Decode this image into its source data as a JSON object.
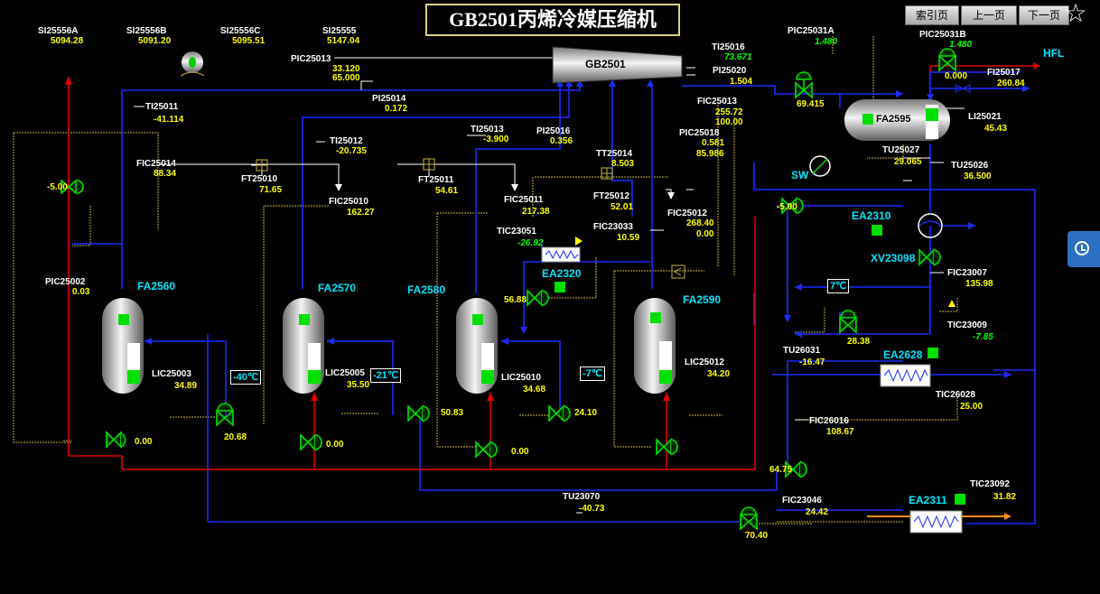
{
  "title": "GB2501丙烯冷媒压缩机",
  "nav": {
    "index": "索引页",
    "prev": "上一页",
    "next": "下一页"
  },
  "compressor": "GB2501",
  "tags": {
    "SI25556A": {
      "tag": "SI25556A",
      "value": "5094.28"
    },
    "SI25556B": {
      "tag": "SI25556B",
      "value": "5091.20"
    },
    "SI25556C": {
      "tag": "SI25556C",
      "value": "5095.51"
    },
    "SI25555": {
      "tag": "SI25555",
      "value": "5147.04"
    },
    "PIC25013": {
      "tag": "PIC25013",
      "value1": "33.120",
      "value2": "65.000"
    },
    "PI25014": {
      "tag": "PI25014",
      "value": "0.172"
    },
    "TI25011": {
      "tag": "TI25011",
      "value": "-41.114"
    },
    "TI25012": {
      "tag": "TI25012",
      "value": "-20.735"
    },
    "TI25013": {
      "tag": "TI25013",
      "value": "-3.900"
    },
    "PI25016": {
      "tag": "PI25016",
      "value": "0.356"
    },
    "TI25016": {
      "tag": "TI25016",
      "value": "73.671"
    },
    "PI25020": {
      "tag": "PI25020",
      "value": "1.504"
    },
    "FIC25013": {
      "tag": "FIC25013",
      "value1": "255.72",
      "value2": "100.00"
    },
    "PIC25018": {
      "tag": "PIC25018",
      "value1": "0.581",
      "value2": "85.986"
    },
    "TT25014": {
      "tag": "TT25014",
      "value": "8.503"
    },
    "FIC25014": {
      "tag": "FIC25014",
      "value": "88.34"
    },
    "FT25010": {
      "tag": "FT25010",
      "value": "71.65"
    },
    "FIC25010": {
      "tag": "FIC25010",
      "value": "162.27"
    },
    "FT25011": {
      "tag": "FT25011",
      "value": "54.61"
    },
    "FIC25011": {
      "tag": "FIC25011",
      "value": "217.38"
    },
    "FT25012": {
      "tag": "FT25012",
      "value": "52.01"
    },
    "FIC25012": {
      "tag": "FIC25012",
      "value1": "268.40",
      "value2": "0.00"
    },
    "FIC23033": {
      "tag": "FIC23033",
      "value": "10.59"
    },
    "TIC23051": {
      "tag": "TIC23051",
      "value": "-26.92"
    },
    "PIC25031A": {
      "tag": "PIC25031A",
      "value": "1.480"
    },
    "PIC25031B": {
      "tag": "PIC25031B",
      "value": "1.480"
    },
    "FI25017": {
      "tag": "FI25017",
      "value": "260.84"
    },
    "LI25021": {
      "tag": "LI25021",
      "value": "45.43"
    },
    "TU25027": {
      "tag": "TU25027",
      "value": "29.065"
    },
    "TU25026": {
      "tag": "TU25026",
      "value": "36.500"
    },
    "FIC23007": {
      "tag": "FIC23007",
      "value": "135.98"
    },
    "TIC23009": {
      "tag": "TIC23009",
      "value": "-7.85"
    },
    "TU26031": {
      "tag": "TU26031",
      "value": "-16.47"
    },
    "TIC26028": {
      "tag": "TIC26028",
      "value": "25.00"
    },
    "FIC26016": {
      "tag": "FIC26016",
      "value": "108.67"
    },
    "TIC23092": {
      "tag": "TIC23092",
      "value": "31.82"
    },
    "FIC23046": {
      "tag": "FIC23046",
      "value": "24.42"
    },
    "TU23070": {
      "tag": "TU23070",
      "value": "-40.73"
    },
    "PIC25002": {
      "tag": "PIC25002",
      "value": "0.03"
    },
    "LIC25003": {
      "tag": "LIC25003",
      "value": "34.89"
    },
    "LIC25005": {
      "tag": "LIC25005",
      "value": "35.50"
    },
    "LIC25010": {
      "tag": "LIC25010",
      "value": "34.68"
    },
    "LIC25012": {
      "tag": "LIC25012",
      "value": "34.20"
    }
  },
  "valve_outputs": {
    "pic25031a_valve": "69.415",
    "fi25017_valve": "0.000",
    "pic25002_valve": "-5.00",
    "fa2560_bottom": "0.00",
    "lic25003_valve": "20.68",
    "fa2570_bottom": "0.00",
    "fa2580_side": "50.83",
    "fa2580_bottom": "0.00",
    "ea2320_valve": "56.88",
    "lic25010_valve": "24.10",
    "xv_top": "-5.00",
    "tu26031_valve": "28.38",
    "fic26016_valve": "64.75",
    "fic23046_valve": "70.40"
  },
  "equipment": {
    "FA2560": "FA2560",
    "FA2570": "FA2570",
    "FA2580": "FA2580",
    "FA2590": "FA2590",
    "FA2595": "FA2595",
    "EA2320": "EA2320",
    "EA2310": "EA2310",
    "XV23098": "XV23098",
    "EA2628": "EA2628",
    "EA2311": "EA2311",
    "SW": "SW",
    "HFL": "HFL"
  },
  "temp_boxes": {
    "fa2560": "-40℃",
    "fa2570": "-21℃",
    "fa2580": "-7℃",
    "xv23098": "7℃"
  },
  "colors": {
    "line_blue": "#1a2cff",
    "line_red": "#e00000",
    "line_yellow": "#c8b43c",
    "line_white": "#ffffff",
    "valve_green": "#00e000",
    "value_yellow": "#ffff00",
    "label_cyan": "#00e5ff"
  }
}
